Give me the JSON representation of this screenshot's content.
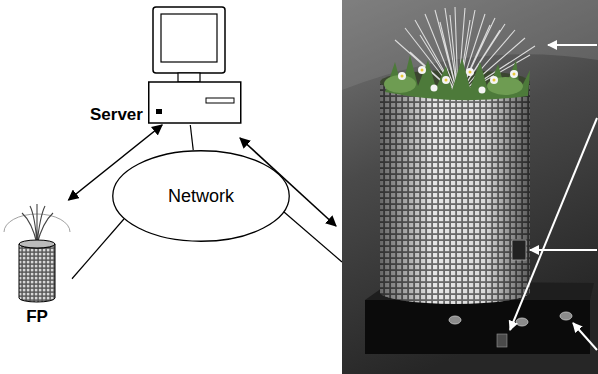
{
  "diagram": {
    "nodes": [
      {
        "text": [
          "Server"
        ]
      },
      {
        "text": [
          "Network"
        ]
      },
      {
        "text": [
          "FP"
        ]
      }
    ],
    "edges": [
      {
        "from": 0,
        "to": 1,
        "arrow": "none"
      },
      {
        "from": 1,
        "to": 2,
        "arrow": "none"
      },
      {
        "from": 0,
        "to": 2,
        "arrow": "both"
      }
    ]
  }
}
